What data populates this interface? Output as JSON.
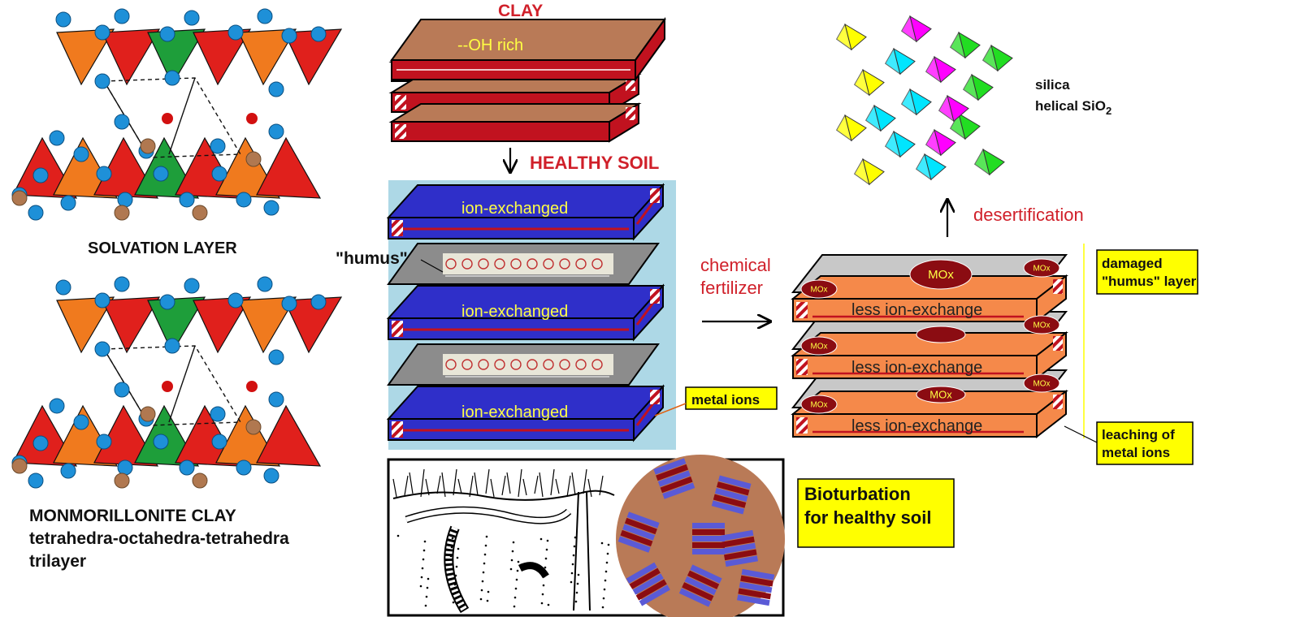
{
  "labels": {
    "clay": "CLAY",
    "oh_rich": "--OH rich",
    "healthy_soil": "HEALTHY SOIL",
    "ion_exchanged": "ion-exchanged",
    "humus": "\"humus\"",
    "metal_ions": "metal ions",
    "chemical_fertilizer_1": "chemical",
    "chemical_fertilizer_2": "fertilizer",
    "less_ion_exchange": "less ion-exchange",
    "mox": "MOx",
    "damaged_humus_1": "damaged",
    "damaged_humus_2": "\"humus\" layer",
    "leaching_1": "leaching of",
    "leaching_2": "metal ions",
    "desertification": "desertification",
    "silica_1": "silica",
    "silica_2": "helical SiO",
    "silica_sub": "2",
    "solvation_layer": "SOLVATION LAYER",
    "monmorillonite_1": "MONMORILLONITE CLAY",
    "monmorillonite_2": "tetrahedra-octahedra-tetrahedra",
    "monmorillonite_3": "trilayer",
    "bioturbation_1": "Bioturbation",
    "bioturbation_2": "for healthy soil"
  },
  "colors": {
    "clay_brown": "#b97a57",
    "clay_red": "#c1121f",
    "blue_layer": "#2f2fc9",
    "humus_gray": "#8c8c8c",
    "soil_bg": "#add8e6",
    "damaged_orange": "#f5894a",
    "mox_red": "#8b0c12",
    "label_red": "#d0202a",
    "label_yellow": "#ffff00",
    "tetra_red": "#e0201c",
    "tetra_orange": "#f07a1e",
    "tetra_green": "#1e9e3a",
    "atom_blue": "#1e90d8",
    "atom_brown": "#b07850",
    "silica_yellow": "#ffff00",
    "silica_cyan": "#00e5ff",
    "silica_magenta": "#ff00ff",
    "silica_green": "#22dd22"
  }
}
